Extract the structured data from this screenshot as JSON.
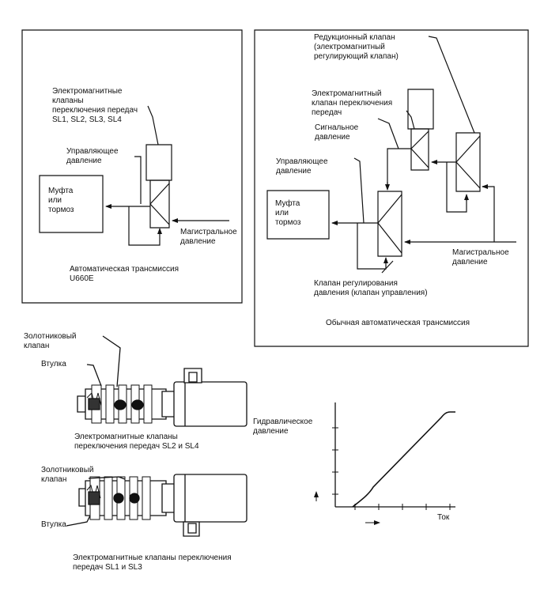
{
  "left_panel": {
    "solenoid_title": "Электромагнитные\nклапаны\nпереключения передач\nSL1, SL2, SL3, SL4",
    "control_pressure": "Управляющее\nдавление",
    "clutch_brake": "Муфта\nили\nтормоз",
    "line_pressure": "Магистральное\nдавление",
    "caption": "Автоматическая трансмиссия\nU660E"
  },
  "right_panel": {
    "reducing_valve": "Редукционный клапан\n(электромагнитный\nрегулирующий клапан)",
    "shift_solenoid": "Электромагнитный\nклапан переключения\nпередач",
    "signal_pressure": "Сигнальное\nдавление",
    "control_pressure": "Управляющее\nдавление",
    "clutch_brake": "Муфта\nили\nтормоз",
    "line_pressure": "Магистральное\nдавление",
    "pressure_control_valve": "Клапан регулирования\nдавления (клапан управления)",
    "caption": "Обычная автоматическая трансмиссия"
  },
  "valve_top": {
    "spool_label": "Золотниковый\nклапан",
    "sleeve_label": "Втулка",
    "caption": "Электромагнитные клапаны\nпереключения передач SL2 и SL4"
  },
  "valve_bottom": {
    "spool_label": "Золотниковый\nклапан",
    "sleeve_label": "Втулка",
    "caption": "Электромагнитные клапаны переключения\nпередач SL1 и SL3"
  },
  "graph": {
    "ylabel": "Гидравлическое\nдавление",
    "xlabel": "Ток"
  }
}
